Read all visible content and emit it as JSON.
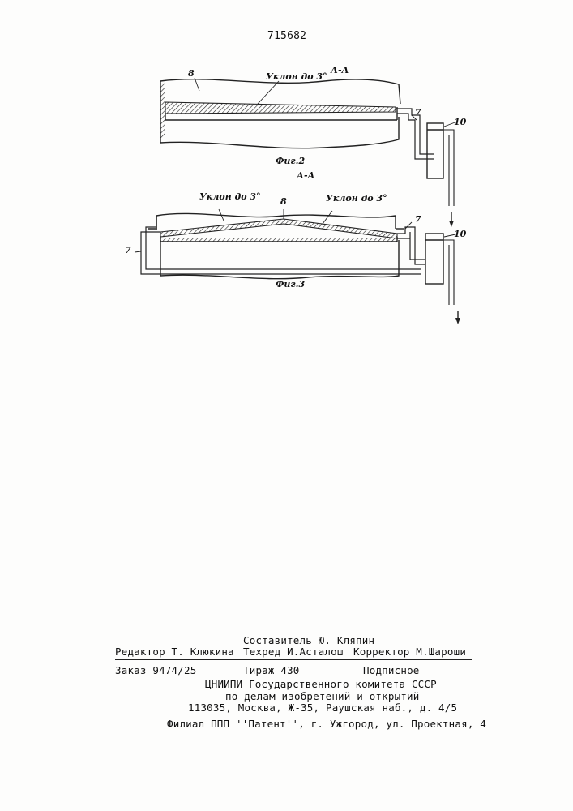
{
  "header": {
    "patent_number": "715682"
  },
  "fig2": {
    "section_label": "А-А",
    "caption": "Фиг.2",
    "slope_label": "Уклон до 3°",
    "ref_8": "8",
    "ref_7": "7",
    "ref_10": "10"
  },
  "fig3": {
    "section_label": "А-А",
    "caption": "Фиг.3",
    "slope_label_left": "Уклон до 3°",
    "slope_label_right": "Уклон до 3°",
    "ref_8": "8",
    "ref_7_left": "7",
    "ref_7_right": "7",
    "ref_10": "10"
  },
  "imprint": {
    "composer": "Составитель Ю. Кляпин",
    "editor": "Редактор Т. Клюкина",
    "techred": "Техред И.Асталош",
    "corrector": "Корректор М.Шароши",
    "order": "Заказ 9474/25",
    "circulation": "Тираж 430",
    "subscription": "Подписное",
    "org_line1": "ЦНИИПИ Государственного комитета СССР",
    "org_line2": "по делам изобретений и открытий",
    "org_line3": "113035, Москва, Ж-35, Раушская наб., д. 4/5",
    "branch": "Филиал ППП ''Патент'', г. Ужгород, ул. Проектная, 4"
  }
}
